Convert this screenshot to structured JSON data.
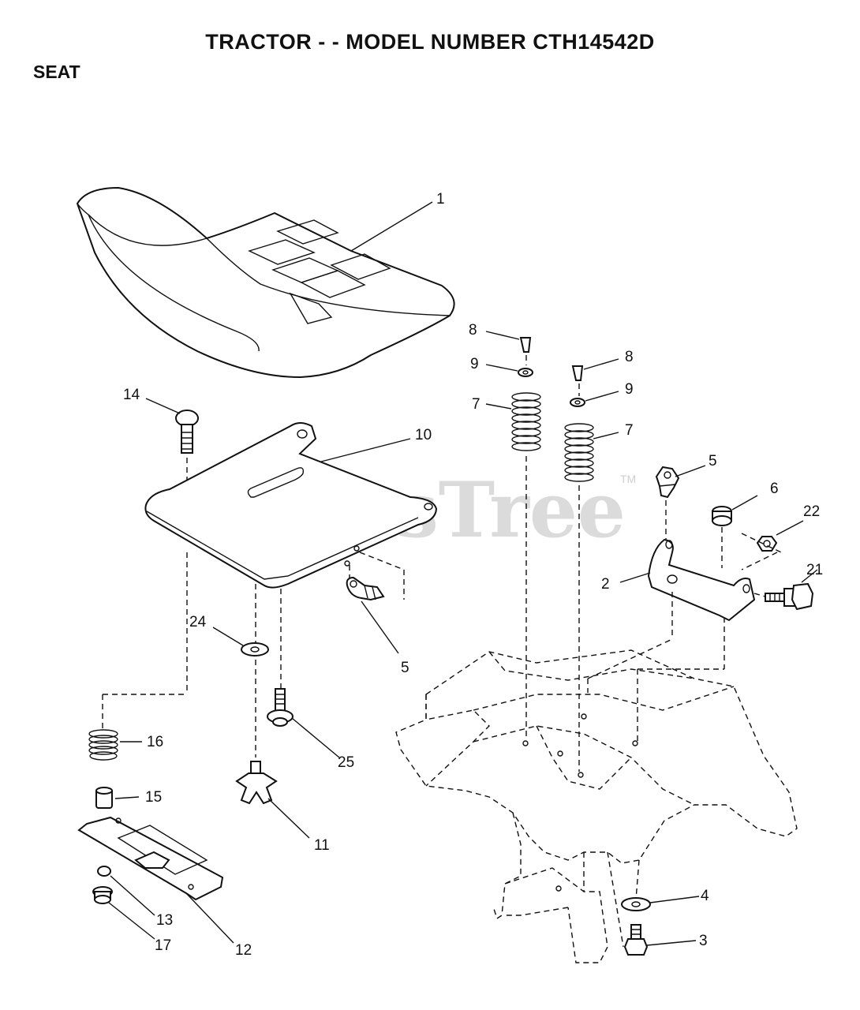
{
  "title": "TRACTOR - - MODEL NUMBER CTH14542D",
  "section": "SEAT",
  "watermark": {
    "text": "PartsTree",
    "mark": "TM"
  },
  "callouts": {
    "c1": "1",
    "c2": "2",
    "c3": "3",
    "c4": "4",
    "c5a": "5",
    "c5b": "5",
    "c6": "6",
    "c7a": "7",
    "c7b": "7",
    "c8a": "8",
    "c8b": "8",
    "c9a": "9",
    "c9b": "9",
    "c10": "10",
    "c11": "11",
    "c12": "12",
    "c13": "13",
    "c14": "14",
    "c15": "15",
    "c16": "16",
    "c17": "17",
    "c21": "21",
    "c22": "22",
    "c24": "24",
    "c25": "25"
  },
  "parts": [
    "seat",
    "mounting-bracket",
    "bolt",
    "washer",
    "seat-switch-clip",
    "nut",
    "spring",
    "pin",
    "washer",
    "seat-pan",
    "knob",
    "slide-plate",
    "nut",
    "carriage-bolt",
    "spacer",
    "spring",
    "nut",
    "lock-nut",
    "shoulder-bolt",
    "washer",
    "screw"
  ]
}
